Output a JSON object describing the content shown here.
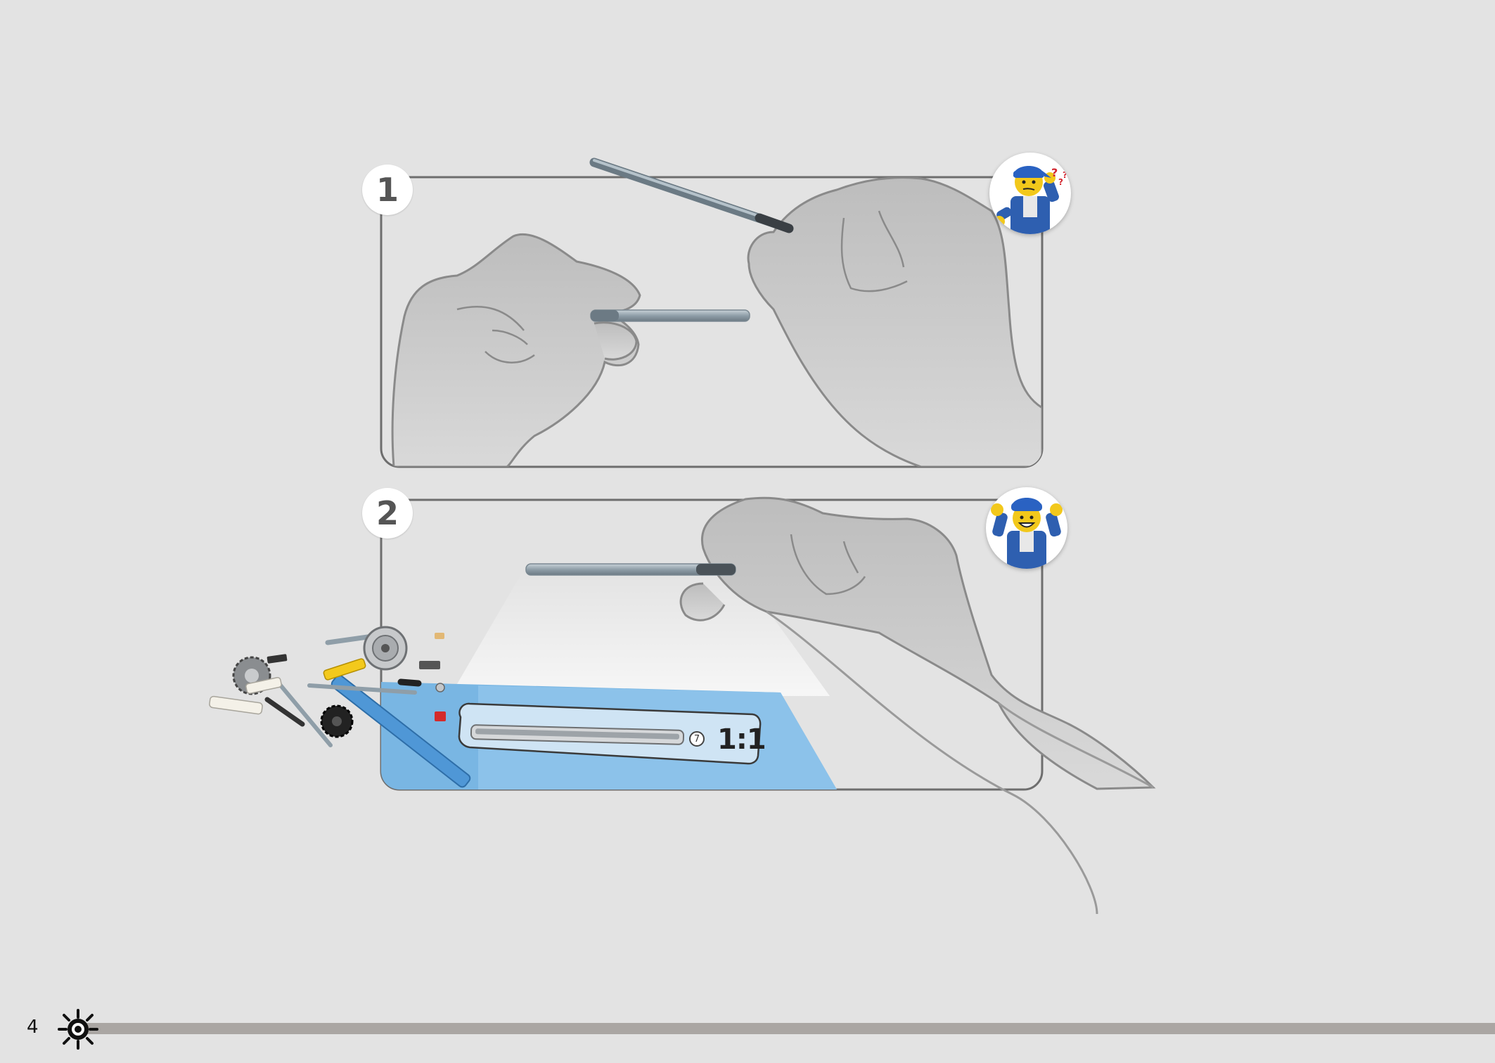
{
  "page": {
    "number": "4",
    "footer_icon": "sun-gear-icon",
    "footer_bar_color": "#aaa6a3",
    "background": "#e3e3e3"
  },
  "steps": [
    {
      "number": "1",
      "avatar": "confused-minifigure-icon",
      "avatar_marks": "???"
    },
    {
      "number": "2",
      "avatar": "happy-minifigure-icon",
      "callout": {
        "scale_label": "1:1",
        "quantity": "7",
        "color": "#79b6e3"
      }
    }
  ]
}
